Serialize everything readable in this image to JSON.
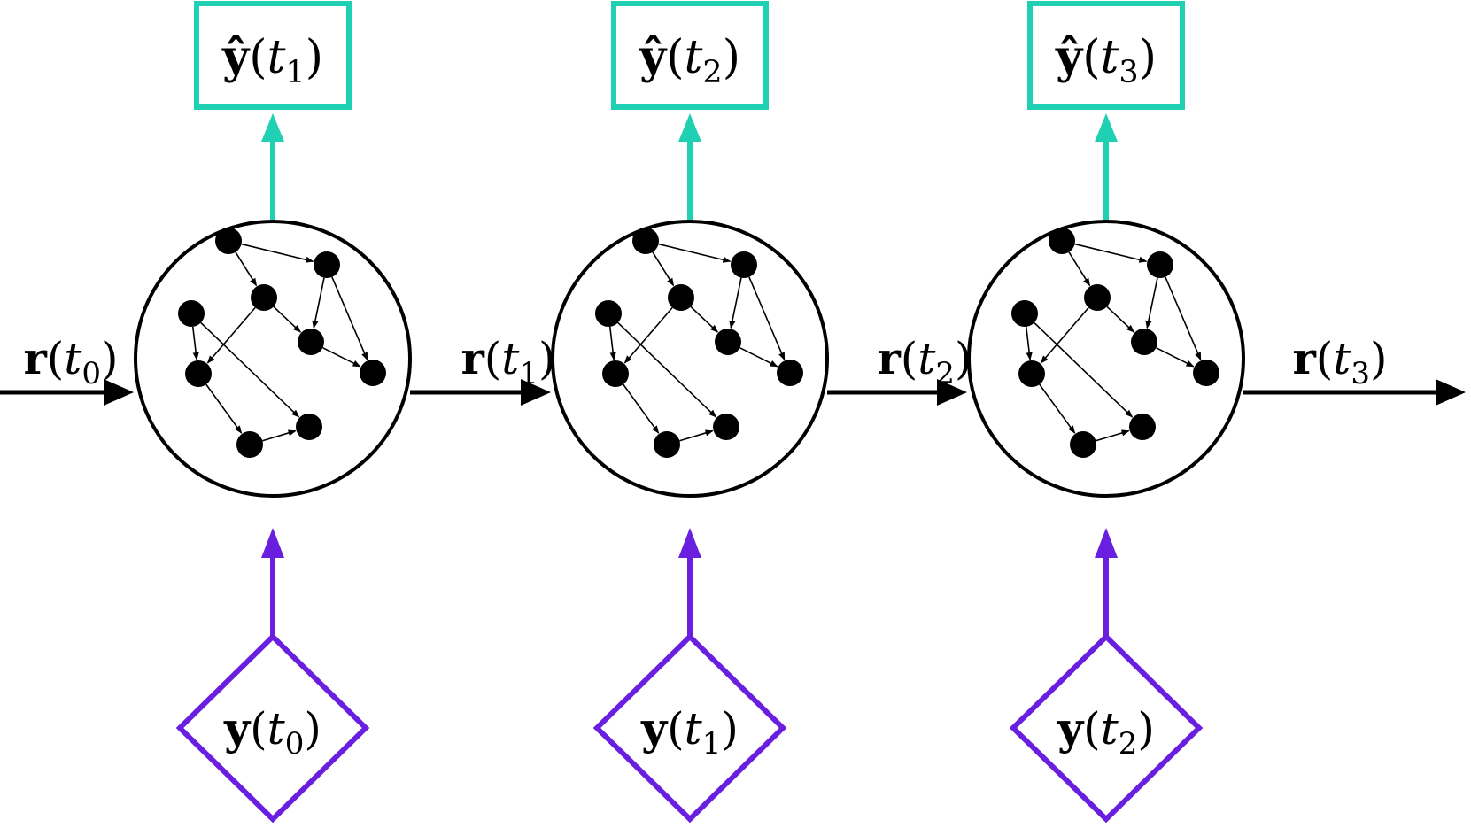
{
  "colors": {
    "output": "#1fd1b2",
    "input": "#6a1fe0",
    "state": "#000000",
    "background": "#ffffff"
  },
  "steps": [
    {
      "output_label": {
        "sym": "ŷ",
        "var": "t",
        "sub": "1"
      },
      "input_label": {
        "sym": "y",
        "var": "t",
        "sub": "0"
      }
    },
    {
      "output_label": {
        "sym": "ŷ",
        "var": "t",
        "sub": "2"
      },
      "input_label": {
        "sym": "y",
        "var": "t",
        "sub": "1"
      }
    },
    {
      "output_label": {
        "sym": "ŷ",
        "var": "t",
        "sub": "3"
      },
      "input_label": {
        "sym": "y",
        "var": "t",
        "sub": "2"
      }
    }
  ],
  "state_labels": [
    {
      "sym": "r",
      "var": "t",
      "sub": "0"
    },
    {
      "sym": "r",
      "var": "t",
      "sub": "1"
    },
    {
      "sym": "r",
      "var": "t",
      "sub": "2"
    },
    {
      "sym": "r",
      "var": "t",
      "sub": "3"
    }
  ]
}
